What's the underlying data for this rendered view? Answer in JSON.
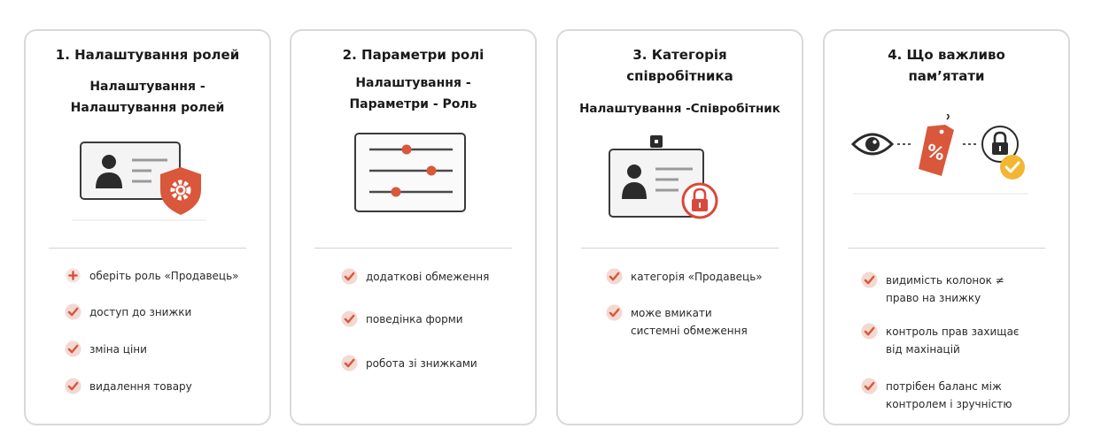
{
  "colors": {
    "accent": "#d9573b",
    "check_bg": "#f3d9d2",
    "gold": "#f2b632",
    "dark": "#2b2b2b",
    "border": "#d9d9d9"
  },
  "cards": [
    {
      "title": "1. Налаштування ролей",
      "path": "Налаштування -\nНалаштування ролей",
      "icons": [
        "id-card-icon",
        "shield-gear-icon"
      ],
      "items": [
        {
          "icon": "plus-icon",
          "text": "оберіть роль «Продавець»"
        },
        {
          "icon": "check-icon",
          "text": "доступ до знижки"
        },
        {
          "icon": "check-icon",
          "text": "зміна ціни"
        },
        {
          "icon": "check-icon",
          "text": "видалення товару"
        }
      ]
    },
    {
      "title": "2. Параметри ролі",
      "path": "Налаштування -\nПараметри - Роль",
      "icons": [
        "sliders-panel-icon"
      ],
      "items": [
        {
          "icon": "check-icon",
          "text": "додаткові обмеження"
        },
        {
          "icon": "check-icon",
          "text": "поведінка форми"
        },
        {
          "icon": "check-icon",
          "text": "робота зі знижками"
        }
      ]
    },
    {
      "title": "3. Категорія\nспівробітника",
      "path": "Налаштування -Співробітник",
      "icons": [
        "badge-icon",
        "lock-icon"
      ],
      "items": [
        {
          "icon": "check-icon",
          "text": "категорія «Продавець»"
        },
        {
          "icon": "check-icon",
          "text": "може вмикати\nсистемні обмеження"
        }
      ]
    },
    {
      "title": "4. Що важливо\nпам’ятати",
      "icons": [
        "eye-icon",
        "discount-tag-icon",
        "lock-check-icon"
      ],
      "items": [
        {
          "icon": "check-icon",
          "text": "видимість колонок ≠\nправо на знижку"
        },
        {
          "icon": "check-icon",
          "text": "контроль прав захищає\nвід махінацій"
        },
        {
          "icon": "check-icon",
          "text": "потрібен баланс між\nконтролем і зручністю"
        }
      ]
    }
  ]
}
